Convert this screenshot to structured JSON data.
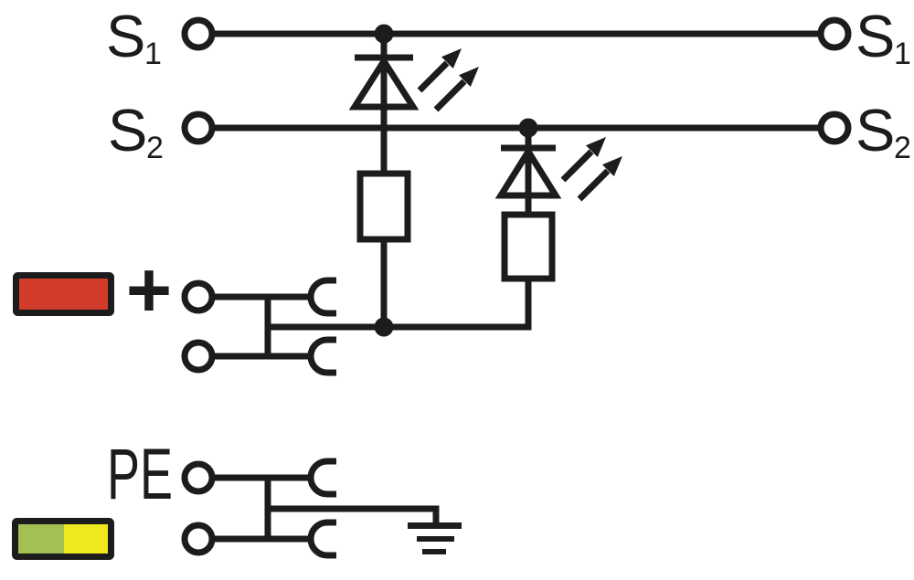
{
  "diagram": {
    "kind": "terminal-block-wiring-schematic",
    "colors": {
      "line": "#1c1c1c",
      "background": "#ffffff",
      "red_marking": "#d23c2b",
      "green_marking": "#a3c054",
      "yellow_marking": "#efe81f"
    },
    "labels": {
      "s1_left": {
        "main": "S",
        "sub": "1"
      },
      "s2_left": {
        "main": "S",
        "sub": "2"
      },
      "s1_right": {
        "main": "S",
        "sub": "1"
      },
      "s2_right": {
        "main": "S",
        "sub": "2"
      },
      "plus": "+",
      "pe": "PE"
    },
    "symbols": {
      "led": "light-emitting-diode-with-emission-arrows",
      "resistor": "resistor-box",
      "ground": "earth-ground",
      "contact": "spring-clamp-fork-contact",
      "terminal": "round-terminal-port",
      "junction": "connection-dot",
      "red_marking": "red-marking-swatch",
      "pe_marking": "green-yellow-marking-swatch"
    }
  }
}
